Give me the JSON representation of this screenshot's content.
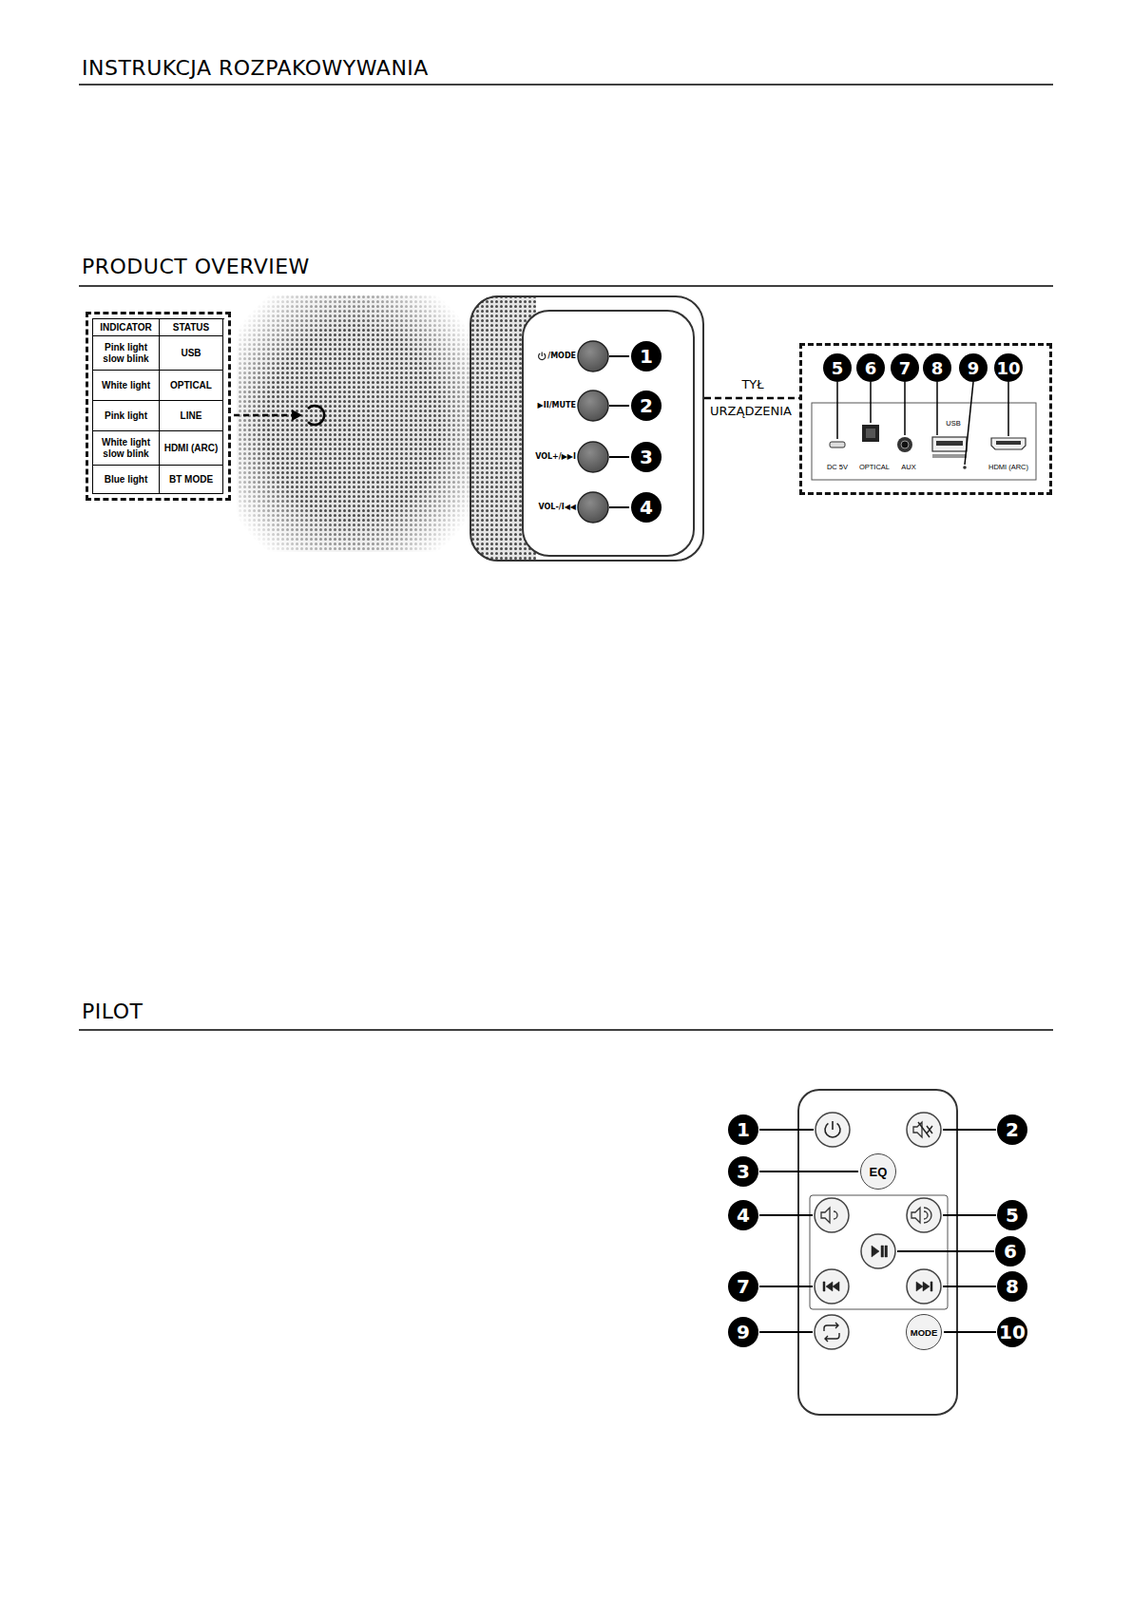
{
  "diagram": {
    "title": "INSTRUKCJA ROZPAKOWYWANIA",
    "nodes": [
      {
        "text": [
          "INDICATOR",
          "STATUS",
          "Pink light slow blink",
          "USB",
          "White light",
          "OPTICAL",
          "Pink light",
          "LINE",
          "White light slow blink",
          "HDMI (ARC)",
          "Blue light",
          "BT MODE"
        ]
      },
      {
        "text": [
          "/MODE",
          "▶II/MUTE",
          "VOL+/▶▶I",
          "VOL-/I◀◀"
        ]
      },
      {
        "text": [
          "DC 5V",
          "OPTICAL",
          "AUX",
          "USB",
          "HDMI (ARC)"
        ]
      },
      {
        "text": [
          "EQ"
        ]
      },
      {
        "text": [
          "MODE"
        ]
      }
    ],
    "edges": [
      {
        "from": 1,
        "to": 2,
        "arrow": "none",
        "label": "TYŁ URZĄDZENIA"
      }
    ],
    "labels": [
      "PRODUCT OVERVIEW",
      "1",
      "2",
      "3",
      "4",
      "5",
      "6",
      "7",
      "8",
      "9",
      "10",
      "PILOT",
      "1",
      "2",
      "3",
      "4",
      "5",
      "6",
      "7",
      "8",
      "9",
      "10"
    ]
  }
}
